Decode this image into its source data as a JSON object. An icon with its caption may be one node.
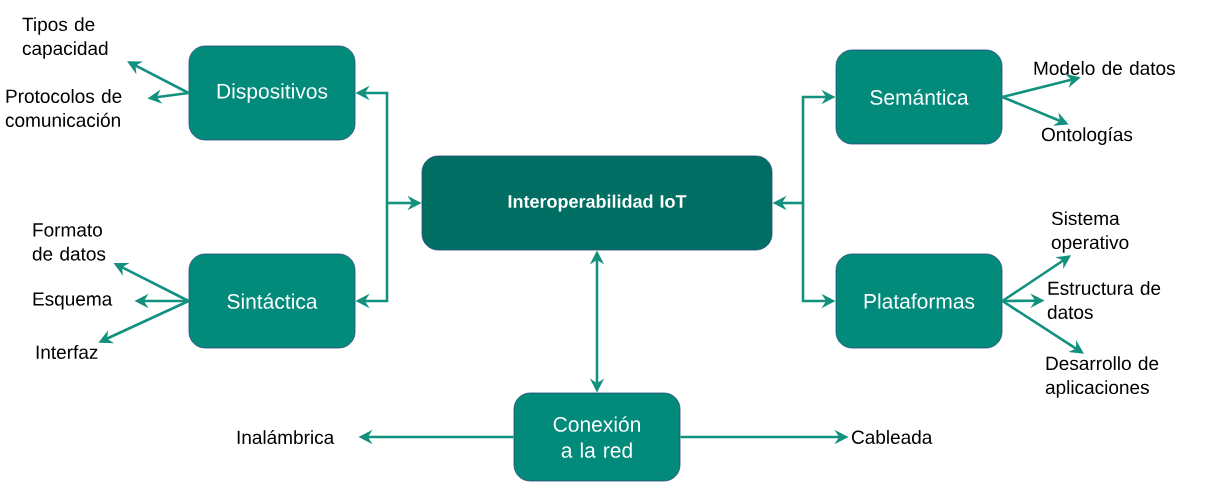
{
  "diagram": {
    "nodes": [
      {
        "text": [
          "Interoperabilidad IoT"
        ]
      },
      {
        "text": [
          "Dispositivos"
        ]
      },
      {
        "text": [
          "Sintáctica"
        ]
      },
      {
        "text": [
          "Semántica"
        ]
      },
      {
        "text": [
          "Plataformas"
        ]
      },
      {
        "text": [
          "Conexión a la red"
        ]
      },
      {
        "text": [
          "Tipos de capacidad"
        ]
      },
      {
        "text": [
          "Protocolos de comunicación"
        ]
      },
      {
        "text": [
          "Formato de datos"
        ]
      },
      {
        "text": [
          "Esquema"
        ]
      },
      {
        "text": [
          "Interfaz"
        ]
      },
      {
        "text": [
          "Modelo de datos"
        ]
      },
      {
        "text": [
          "Ontologías"
        ]
      },
      {
        "text": [
          "Sistema operativo"
        ]
      },
      {
        "text": [
          "Estructura de datos"
        ]
      },
      {
        "text": [
          "Desarrollo de aplicaciones"
        ]
      },
      {
        "text": [
          "Inalámbrica"
        ]
      },
      {
        "text": [
          "Cableada"
        ]
      }
    ],
    "edges": [
      {
        "from": 0,
        "to": 1,
        "arrow": "both"
      },
      {
        "from": 0,
        "to": 2,
        "arrow": "both"
      },
      {
        "from": 0,
        "to": 3,
        "arrow": "both"
      },
      {
        "from": 0,
        "to": 4,
        "arrow": "both"
      },
      {
        "from": 0,
        "to": 5,
        "arrow": "both"
      },
      {
        "from": 1,
        "to": 6,
        "arrow": "to"
      },
      {
        "from": 1,
        "to": 7,
        "arrow": "to"
      },
      {
        "from": 2,
        "to": 8,
        "arrow": "to"
      },
      {
        "from": 2,
        "to": 9,
        "arrow": "to"
      },
      {
        "from": 2,
        "to": 10,
        "arrow": "to"
      },
      {
        "from": 3,
        "to": 11,
        "arrow": "to"
      },
      {
        "from": 3,
        "to": 12,
        "arrow": "to"
      },
      {
        "from": 4,
        "to": 13,
        "arrow": "to"
      },
      {
        "from": 4,
        "to": 14,
        "arrow": "to"
      },
      {
        "from": 4,
        "to": 15,
        "arrow": "to"
      },
      {
        "from": 5,
        "to": 16,
        "arrow": "to"
      },
      {
        "from": 5,
        "to": 17,
        "arrow": "to"
      }
    ]
  }
}
